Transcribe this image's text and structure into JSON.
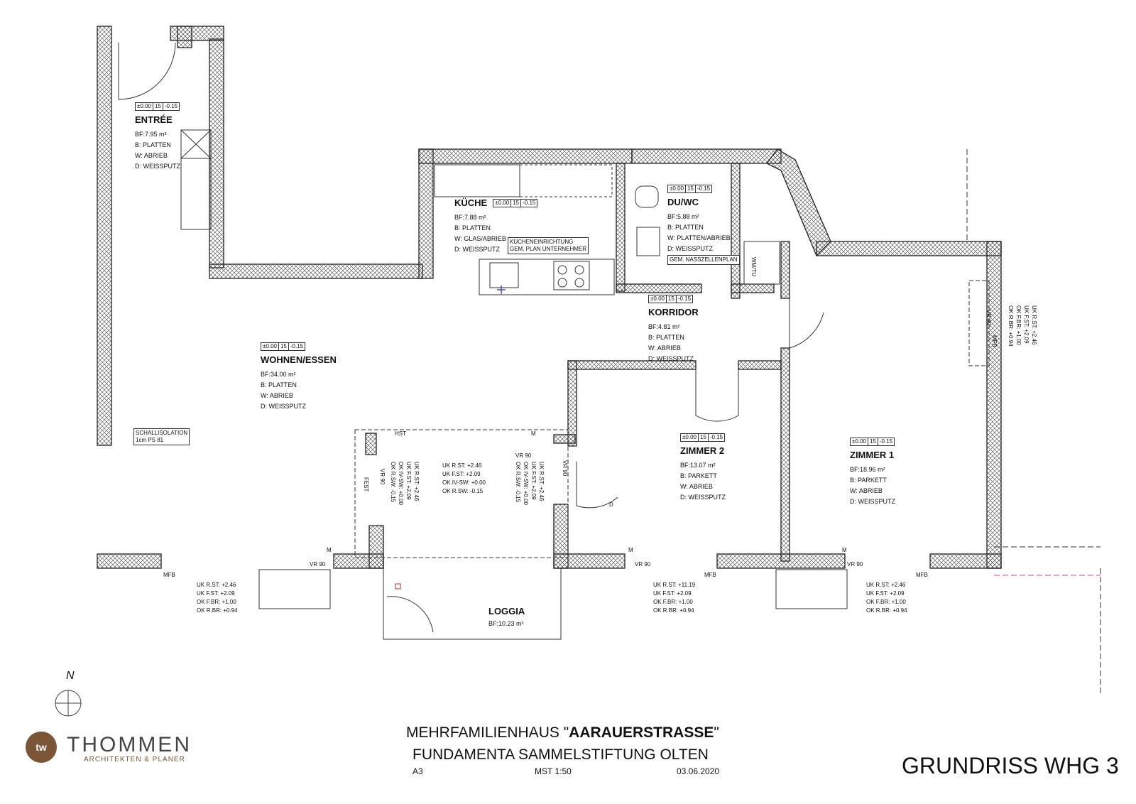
{
  "rooms": {
    "entree": {
      "level": [
        "±0.00",
        "15",
        "-0.15"
      ],
      "name": "ENTRÉE",
      "bf": "BF:7.95 m²",
      "b": "B:  PLATTEN",
      "w": "W:  ABRIEB",
      "d": "D:  WEISSPUTZ"
    },
    "kueche": {
      "level": [
        "±0.00",
        "15",
        "-0.15"
      ],
      "name": "KÜCHE",
      "bf": "BF:7.88 m²",
      "b": "B:  PLATTEN",
      "w": "W:  GLAS/ABRIEB",
      "d": "D:  WEISSPUTZ"
    },
    "duwc": {
      "level": [
        "±0.00",
        "15",
        "-0.15"
      ],
      "name": "DU/WC",
      "bf": "BF:5.88 m²",
      "b": "B:  PLATTEN",
      "w": "W:  PLATTEN/ABRIEB",
      "d": "D:  WEISSPUTZ"
    },
    "korridor": {
      "level": [
        "±0.00",
        "15",
        "-0.15"
      ],
      "name": "KORRIDOR",
      "bf": "BF:4.81 m²",
      "b": "B:  PLATTEN",
      "w": "W:  ABRIEB",
      "d": "D:  WEISSPUTZ"
    },
    "wohnen": {
      "level": [
        "±0.00",
        "15",
        "-0.15"
      ],
      "name": "WOHNEN/ESSEN",
      "bf": "BF:34.00 m²",
      "b": "B:  PLATTEN",
      "w": "W:  ABRIEB",
      "d": "D:  WEISSPUTZ"
    },
    "zimmer2": {
      "level": [
        "±0.00",
        "15",
        "-0.15"
      ],
      "name": "ZIMMER 2",
      "bf": "BF:13.07 m²",
      "b": "B:  PARKETT",
      "w": "W:  ABRIEB",
      "d": "D:  WEISSPUTZ"
    },
    "zimmer1": {
      "level": [
        "±0.00",
        "15",
        "-0.15"
      ],
      "name": "ZIMMER 1",
      "bf": "BF:18.96 m²",
      "b": "B:  PARKETT",
      "w": "W:  ABRIEB",
      "d": "D:  WEISSPUTZ"
    },
    "loggia": {
      "name": "LOGGIA",
      "bf": "BF:10.23 m²"
    }
  },
  "notes": {
    "kueche_einrichtung": [
      "KÜCHENEINRICHTUNG",
      "GEM. PLAN UNTERNEHMER"
    ],
    "nasszellen": "GEM. NASSZELLENPLAN",
    "schall": [
      "SCHALLISOLATION",
      "1cm PS 81"
    ],
    "wmtu": "WM/TU"
  },
  "heights": {
    "window_wohnen": [
      "UK R.ST:  +2.46",
      "UK F.ST:   +2.09",
      "OK F.BR:  +1.00",
      "OK R.BR:  +0.94"
    ],
    "window_zimmer2": [
      "UK R.ST:  +11.19",
      "UK F.ST:   +2.09",
      "OK F.BR:  +1.00",
      "OK R.BR:  +0.94"
    ],
    "window_zimmer1": [
      "UK R.ST:  +2.46",
      "UK F.ST:   +2.09",
      "OK F.BR:  +1.00",
      "OK R.BR:  +0.94"
    ],
    "loggia_center": [
      "UK R.ST:  +2.46",
      "UK F.ST:   +2.09",
      "OK IV-SW: +0.00",
      "OK R.SW:  -0.15"
    ],
    "loggia_left_v": [
      "UK R.ST:  +2.46",
      "UK F.ST:   +2.09",
      "OK IV-SW: +0.00",
      "OK R.SW:  -0.15"
    ],
    "loggia_right_v": [
      "UK R.ST:  +2.46",
      "UK F.ST:   +2.09",
      "OK IV-SW: +0.00",
      "OK R.SW:  -0.15"
    ],
    "east_v": [
      "UK R.ST:  +2.46",
      "UK F.ST:   +2.09",
      "OK F.BR:  +1.00",
      "OK R.BR:  +0.94"
    ]
  },
  "labels": {
    "vr90": "VR 90",
    "mfb": "MFB",
    "m": "M",
    "hst": "HST",
    "fest": "FEST",
    "d": "D",
    "north": "N"
  },
  "logo": {
    "name": "THOMMEN",
    "tagline": "ARCHITEKTEN & PLANER",
    "mark": "tw"
  },
  "titleblock": {
    "line1_pre": "MEHRFAMILIENHAUS \"",
    "line1_bold": "AARAUERSTRASSE",
    "line1_post": "\"",
    "line2": "FUNDAMENTA SAMMELSTIFTUNG OLTEN",
    "format": "A3",
    "scale": "MST 1:50",
    "date": "03.06.2020",
    "plan_title": "GRUNDRISS WHG 3"
  },
  "colors": {
    "wall": "#333333",
    "logo": "#7a5536",
    "accent_red": "#cc2222",
    "blue": "#2222cc",
    "magenta": "#cc44aa"
  }
}
